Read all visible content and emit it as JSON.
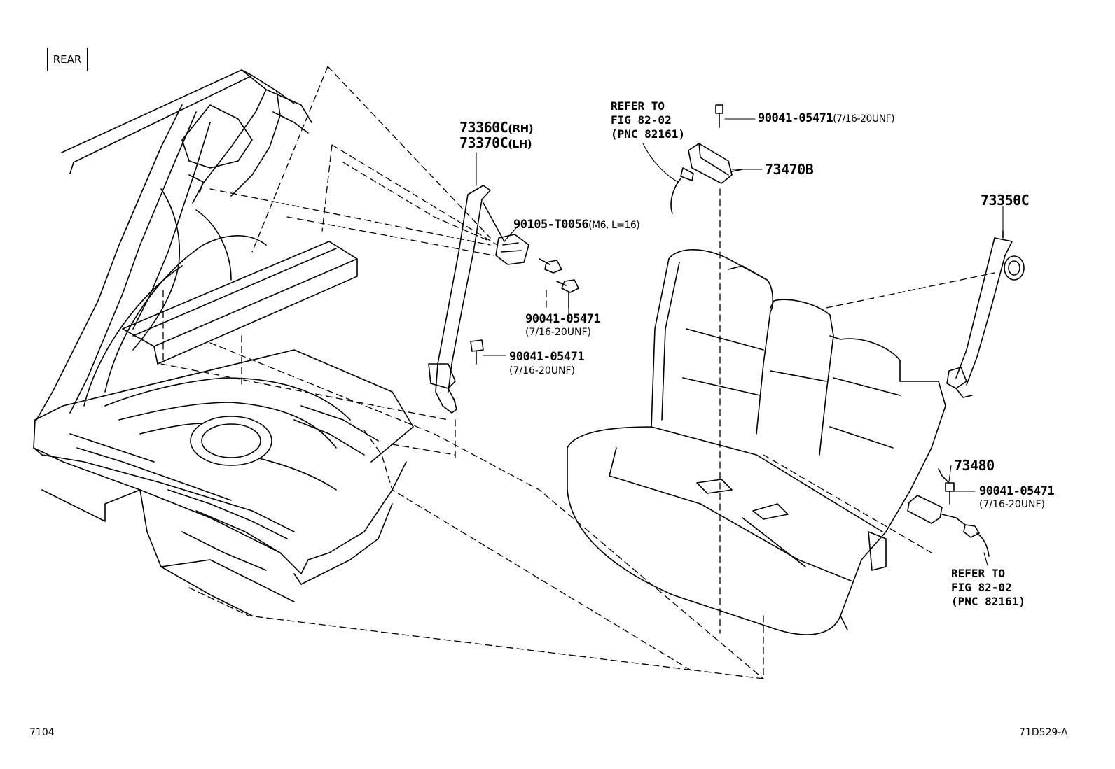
{
  "view_label": "REAR",
  "parts": {
    "belt_outer_rh": "73360C",
    "belt_outer_rh_side": "(RH)",
    "belt_outer_lh": "73370C",
    "belt_outer_lh_side": "(LH)",
    "bolt_m6": "90105-T0056",
    "bolt_m6_spec": "(M6, L=16)",
    "bolt_a": "90041-05471",
    "bolt_a_spec": "(7/16-20UNF)",
    "bolt_b": "90041-05471",
    "bolt_b_spec": "(7/16-20UNF)",
    "bolt_top": "90041-05471",
    "bolt_top_spec": "(7/16-20UNF)",
    "buckle_center": "73470B",
    "belt_center": "73350C",
    "buckle_outer": "73480",
    "bolt_right": "90041-05471",
    "bolt_right_spec": "(7/16-20UNF)"
  },
  "refs": {
    "top": [
      "REFER TO",
      "FIG 82-02",
      "(PNC 82161)"
    ],
    "bottom": [
      "REFER TO",
      "FIG 82-02",
      "(PNC 82161)"
    ]
  },
  "footer": {
    "left": "7104",
    "right": "71D529-A"
  }
}
